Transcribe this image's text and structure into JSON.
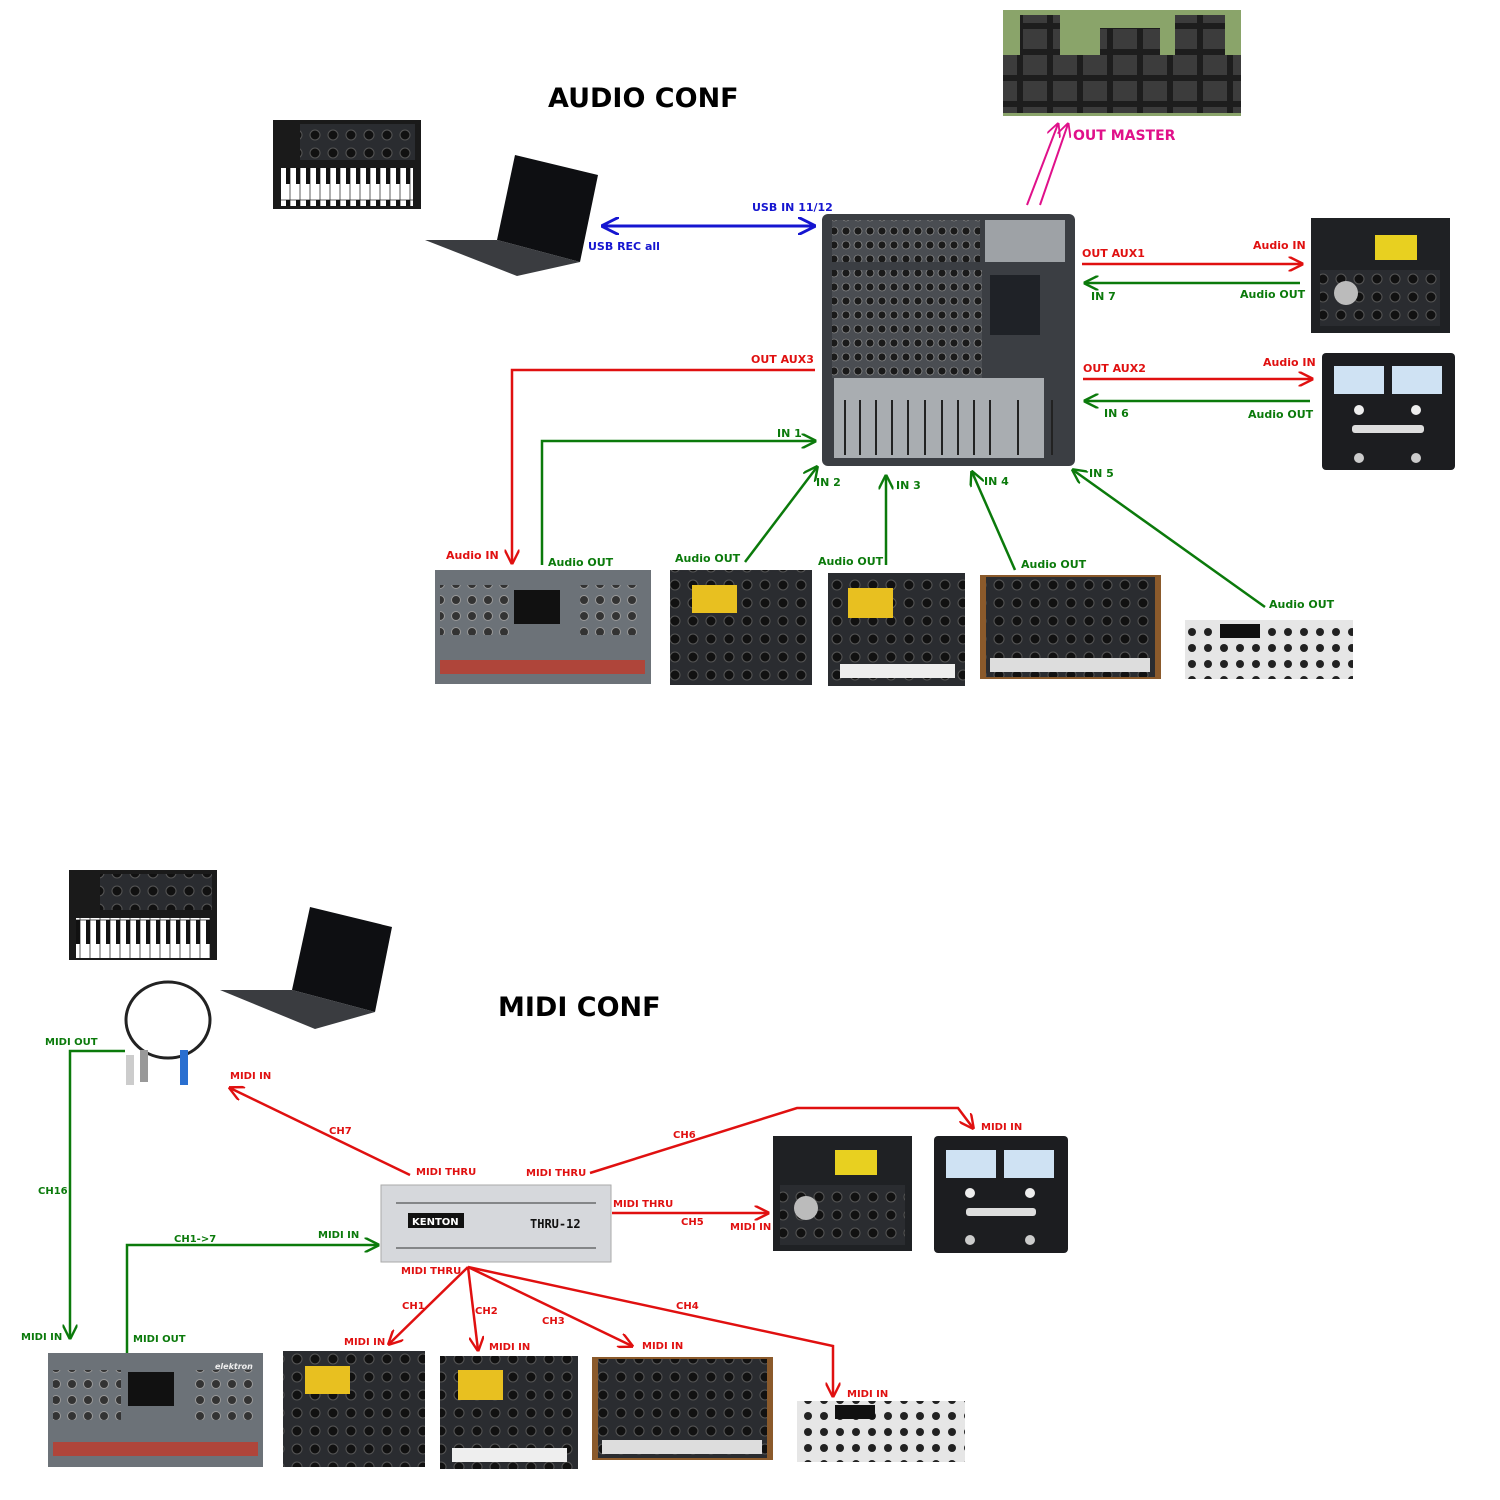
{
  "colors": {
    "audio_out": "#e01010",
    "audio_in": "#0b7a0b",
    "usb": "#1515d0",
    "master": "#e0108a"
  },
  "audio": {
    "title": "AUDIO CONF",
    "out_master": "OUT MASTER",
    "usb_in": "USB IN 11/12",
    "usb_rec": "USB REC all",
    "out_aux1": "OUT AUX1",
    "aux1_audio_in": "Audio IN",
    "in7": "IN 7",
    "aux1_audio_out": "Audio OUT",
    "out_aux2": "OUT AUX2",
    "aux2_audio_in": "Audio IN",
    "in6": "IN 6",
    "aux2_audio_out": "Audio OUT",
    "out_aux3": "OUT AUX3",
    "dev1_audio_in": "Audio IN",
    "dev1_audio_out": "Audio OUT",
    "in1": "IN 1",
    "dev2_audio_out": "Audio OUT",
    "in2": "IN 2",
    "dev3_audio_out": "Audio OUT",
    "in3": "IN 3",
    "dev4_audio_out": "Audio OUT",
    "in4": "IN 4",
    "dev5_audio_out": "Audio OUT",
    "in5": "IN 5"
  },
  "midi": {
    "title": "MIDI CONF",
    "cable_midi_out": "MIDI OUT",
    "ch16": "CH16",
    "octa_midi_in": "MIDI IN",
    "octa_midi_out": "MIDI OUT",
    "ch1_7": "CH1->7",
    "thru_midi_in": "MIDI IN",
    "thru_a": "MIDI THRU",
    "ch7": "CH7",
    "cable_midi_in": "MIDI IN",
    "thru_b": "MIDI THRU",
    "ch6": "CH6",
    "pedal_midi_in": "MIDI IN",
    "thru_c": "MIDI THRU",
    "ch5": "CH5",
    "heat_midi_in": "MIDI IN",
    "thru_d": "MIDI THRU",
    "ch1": "CH1",
    "d1_midi_in": "MIDI IN",
    "ch2": "CH2",
    "d2_midi_in": "MIDI IN",
    "ch3": "CH3",
    "d3_midi_in": "MIDI IN",
    "ch4": "CH4",
    "d4_midi_in": "MIDI IN",
    "kenton_brand": "KENTON",
    "kenton_model": "THRU-12",
    "elektron_logo": "elektron"
  }
}
